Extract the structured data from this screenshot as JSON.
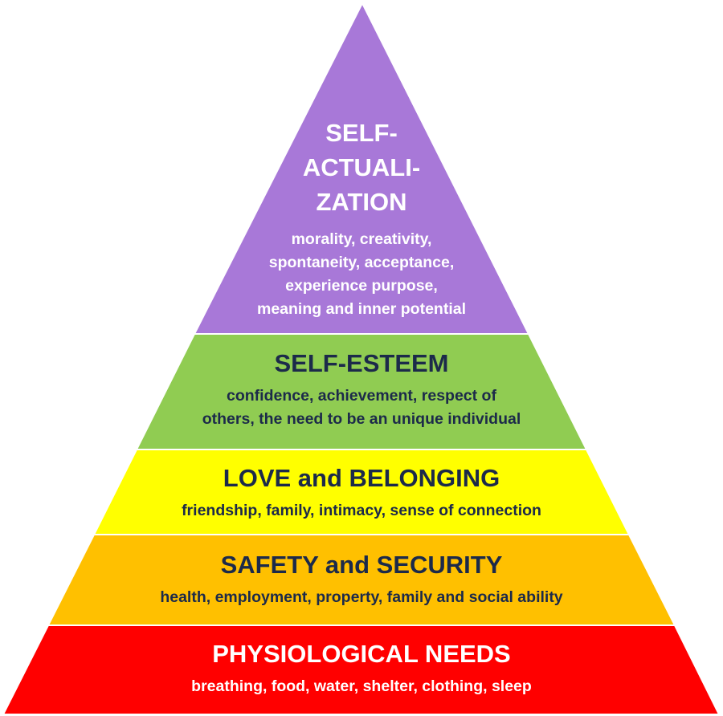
{
  "tiers": [
    {
      "title": "SELF-\nACTUALI-\nZATION",
      "description": "morality, creativity,\nspontaneity, acceptance,\nexperience purpose,\nmeaning and inner potential",
      "color": "#a878d8",
      "text_color": "light"
    },
    {
      "title": "SELF-ESTEEM",
      "description": "confidence, achievement, respect of\nothers, the need to be an unique individual",
      "color": "#90cc52",
      "text_color": "dark"
    },
    {
      "title": "LOVE and BELONGING",
      "description": "friendship, family, intimacy, sense of connection",
      "color": "#ffff00",
      "text_color": "dark"
    },
    {
      "title": "SAFETY and SECURITY",
      "description": "health, employment, property, family and social ability",
      "color": "#ffc000",
      "text_color": "dark"
    },
    {
      "title": "PHYSIOLOGICAL NEEDS",
      "description": "breathing, food, water, shelter, clothing, sleep",
      "color": "#ff0000",
      "text_color": "light"
    }
  ]
}
